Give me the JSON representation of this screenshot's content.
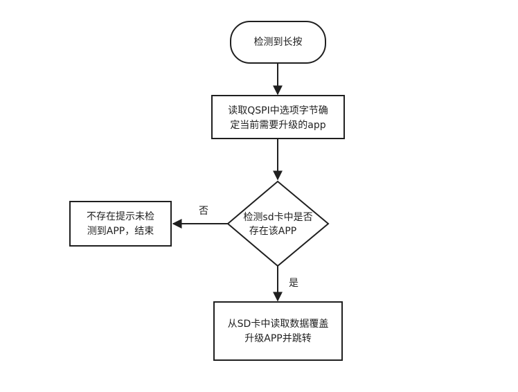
{
  "flowchart": {
    "start": {
      "label": "检测到长按"
    },
    "read_qspi": {
      "line1": "读取QSPI中选项字节确",
      "line2": "定当前需要升级的app"
    },
    "check_sd": {
      "line1": "检测sd卡中是否",
      "line2": "存在该APP"
    },
    "not_found": {
      "line1": "不存在提示未检",
      "line2": "测到APP，结束"
    },
    "upgrade": {
      "line1": "从SD卡中读取数据覆盖",
      "line2": "升级APP并跳转"
    },
    "edges": {
      "no_label": "否",
      "yes_label": "是"
    }
  },
  "colors": {
    "stroke": "#1f1f1f",
    "fill": "#ffffff",
    "text": "#1f1f1f"
  }
}
